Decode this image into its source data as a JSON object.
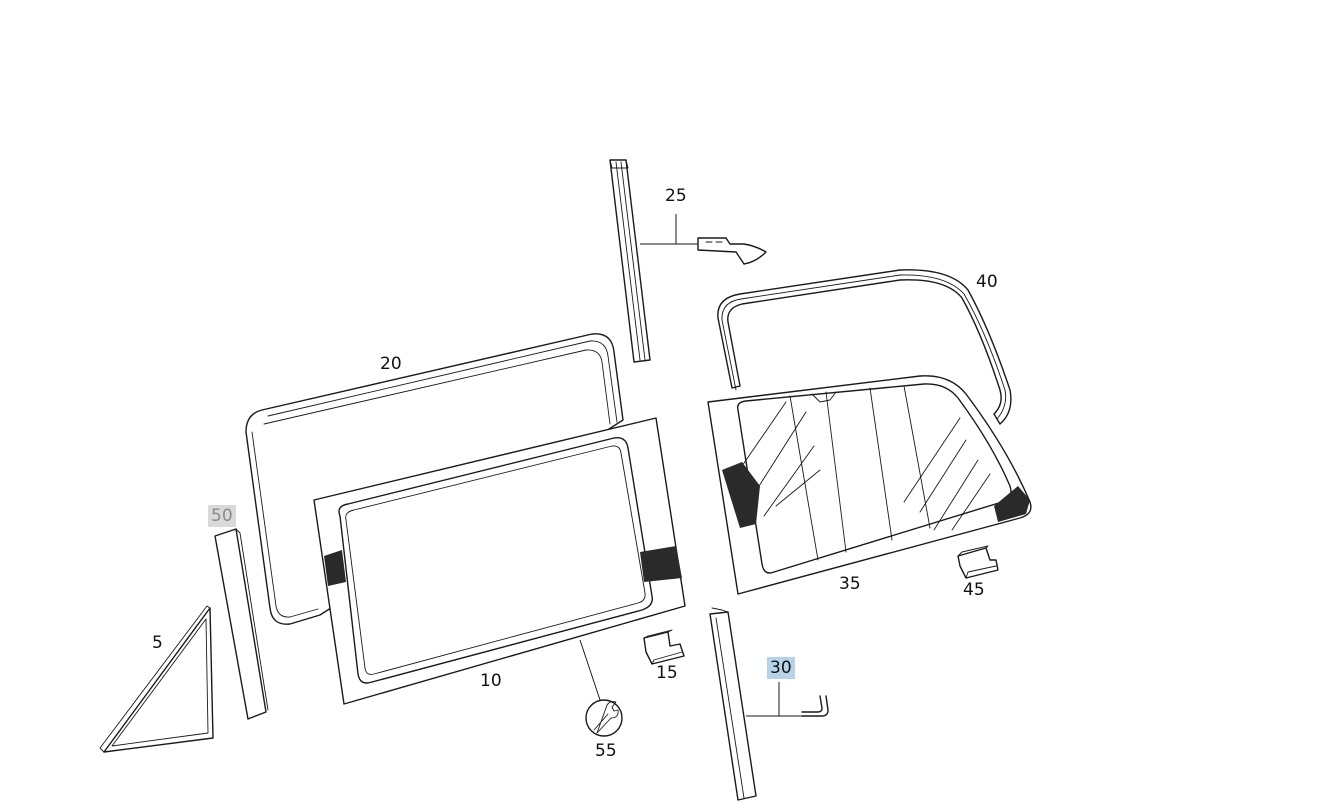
{
  "diagram": {
    "callouts": {
      "c5": "5",
      "c10": "10",
      "c15": "15",
      "c20": "20",
      "c25": "25",
      "c30": "30",
      "c35": "35",
      "c40": "40",
      "c45": "45",
      "c50": "50",
      "c55": "55"
    },
    "colors": {
      "line": "#1a1a1a",
      "highlight_selected": "#b7d3ea",
      "highlight_inactive": "#d9d9d9"
    },
    "icons": {
      "service_tool": "wrench-icon"
    }
  }
}
